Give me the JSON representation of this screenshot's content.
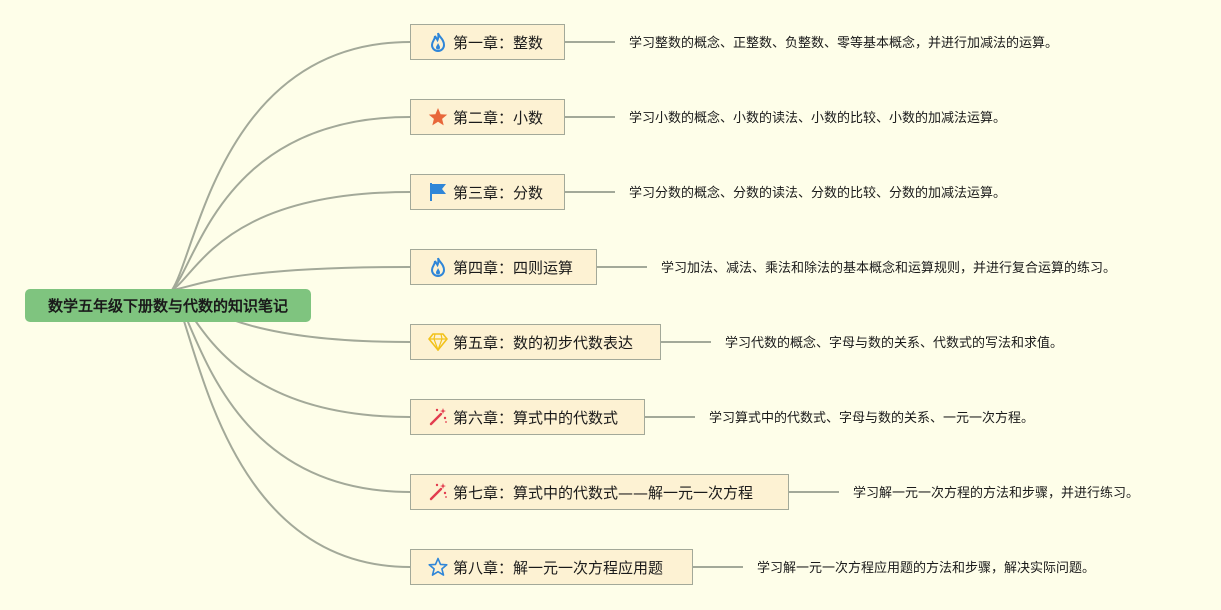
{
  "root": {
    "label": "数学五年级下册数与代数的知识笔记"
  },
  "chapters": [
    {
      "icon": "fire-icon",
      "title": "第一章：整数",
      "desc": "学习整数的概念、正整数、负整数、零等基本概念，并进行加减法的运算。"
    },
    {
      "icon": "star-icon",
      "title": "第二章：小数",
      "desc": "学习小数的概念、小数的读法、小数的比较、小数的加减法运算。"
    },
    {
      "icon": "flag-icon",
      "title": "第三章：分数",
      "desc": "学习分数的概念、分数的读法、分数的比较、分数的加减法运算。"
    },
    {
      "icon": "fire-icon",
      "title": "第四章：四则运算",
      "desc": "学习加法、减法、乘法和除法的基本概念和运算规则，并进行复合运算的练习。"
    },
    {
      "icon": "diamond-icon",
      "title": "第五章：数的初步代数表达",
      "desc": "学习代数的概念、字母与数的关系、代数式的写法和求值。"
    },
    {
      "icon": "magic-wand-icon",
      "title": "第六章：算式中的代数式",
      "desc": "学习算式中的代数式、字母与数的关系、一元一次方程。"
    },
    {
      "icon": "magic-wand-icon",
      "title": "第七章：算式中的代数式——解一元一次方程",
      "desc": "学习解一元一次方程的方法和步骤，并进行练习。"
    },
    {
      "icon": "star-outline-icon",
      "title": "第八章：解一元一次方程应用题",
      "desc": "学习解一元一次方程应用题的方法和步骤，解决实际问题。"
    }
  ],
  "colors": {
    "background": "#fefee9",
    "root_fill": "#7fc47f",
    "chapter_fill": "#fdf2d3",
    "chapter_border": "#a3a999",
    "connector": "#a3a999",
    "fire": "#2f86d8",
    "star": "#e8673a",
    "flag": "#2f86d8",
    "diamond": "#f2c21a",
    "wand": "#e23c4e",
    "star_outline": "#2f86d8"
  }
}
